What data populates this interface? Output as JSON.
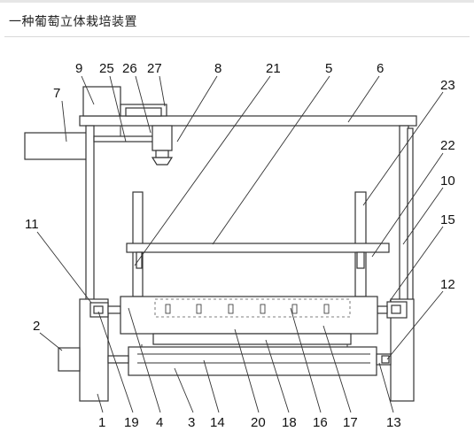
{
  "title": "一种葡萄立体栽培装置",
  "labels": {
    "n1": "1",
    "n2": "2",
    "n3": "3",
    "n4": "4",
    "n5": "5",
    "n6": "6",
    "n7": "7",
    "n8": "8",
    "n9": "9",
    "n10": "10",
    "n11": "11",
    "n12": "12",
    "n13": "13",
    "n14": "14",
    "n15": "15",
    "n16": "16",
    "n17": "17",
    "n18": "18",
    "n19": "19",
    "n20": "20",
    "n21": "21",
    "n22": "22",
    "n23": "23",
    "n25": "25",
    "n26": "26",
    "n27": "27"
  }
}
